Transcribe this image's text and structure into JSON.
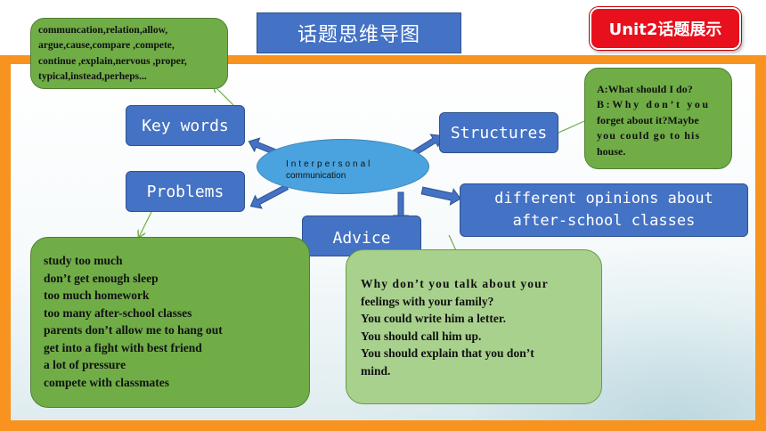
{
  "title": "话题思维导图",
  "badge": "Unit2话题展示",
  "center": {
    "line1": "Interpersonal",
    "line2": "communication"
  },
  "nodes": {
    "key_words": "Key words",
    "problems": "Problems",
    "structures": "Structures",
    "advice": "Advice",
    "opinions_line1": "different opinions about",
    "opinions_line2": "after-school classes"
  },
  "key_words_text": [
    "communcation,relation,allow,",
    "argue,cause,compare ,compete,",
    "continue ,explain,nervous ,proper,",
    "typical,instead,perheps..."
  ],
  "structures_text": [
    "A:What should I do?",
    "B:Why don’t you",
    "forget about it?Maybe",
    "you could go to his",
    "house."
  ],
  "problems_list": [
    "study too much",
    "don’t get enough sleep",
    "too much homework",
    "too many after-school classes",
    "parents don’t allow me to hang out",
    "get into a fight with best friend",
    "a lot of pressure",
    "compete with classmates"
  ],
  "advice_list": [
    "Why don’t you talk about your",
    "feelings with your family?",
    "You could write him a letter.",
    "You should call him up.",
    "You should explain that you don’t",
    "mind."
  ],
  "colors": {
    "frame": "#f7931e",
    "node_blue": "#4472c4",
    "center_blue": "#4aa3df",
    "green": "#70ad47",
    "light_green": "#a9d18e",
    "badge_red": "#e8101d"
  }
}
